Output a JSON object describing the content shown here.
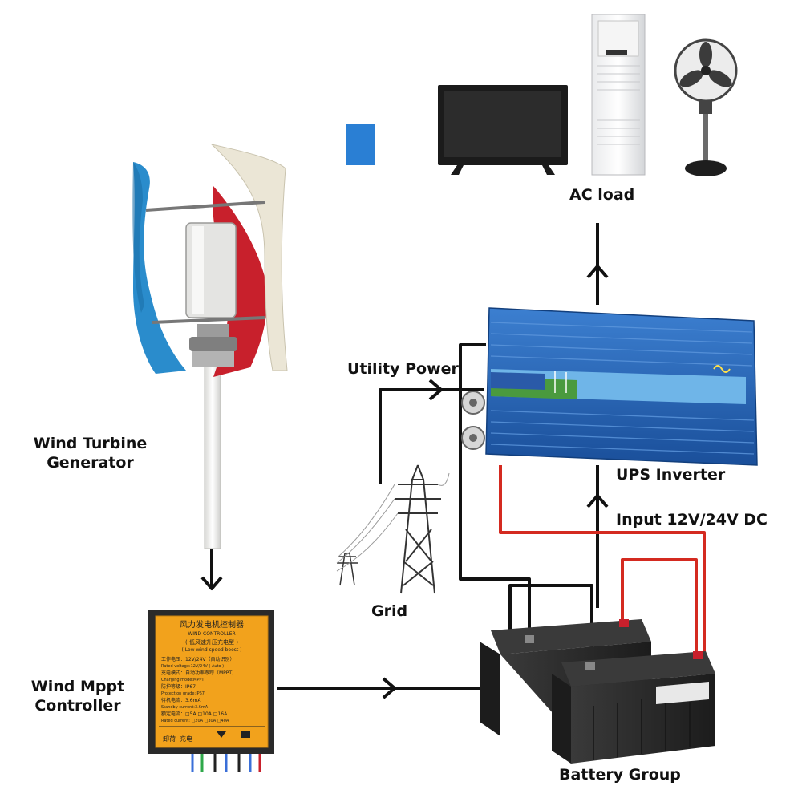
{
  "labels": {
    "ac_load": "AC load",
    "utility_power": "Utility Power",
    "wind_turbine": [
      "Wind Turbine",
      "Generator"
    ],
    "ups_inverter": "UPS Inverter",
    "input_dc": "Input 12V/24V DC",
    "grid": "Grid",
    "wind_mppt": [
      "Wind Mppt",
      "Controller"
    ],
    "battery_group": "Battery Group"
  },
  "controller_panel": {
    "title_cn": "风力发电机控制器",
    "title_en": "WIND CONTROLLER",
    "subtitle_cn": "( 低风速升压充电型 )",
    "subtitle_en": "( Low wind speed boost )",
    "specs": [
      "工作电压：12V/24V（自动识别）",
      "Rated voltage:12V/24V ( Auto )",
      "充电模式：自动功率跟踪（MPPT）",
      "Charging mode:MPPT",
      "防护等级：IP67",
      "Protection grade:IP67",
      "待机电流：3.6mA",
      "Standby current:3.6mA",
      "额定电流：□5A  □10A  □16A",
      "Rated current: □20A  □30A  □40A"
    ],
    "terminals": [
      "卸荷",
      "充电"
    ]
  },
  "colors": {
    "wire_black": "#111111",
    "wire_red": "#d42a20",
    "inverter_blue": "#1e5fb3",
    "controller_orange": "#f2a21c",
    "blade_blue": "#2a8ccc",
    "blade_red": "#c8202c",
    "blade_cream": "#ebe6d6",
    "battery_body": "#2b2b2b"
  },
  "icons": [
    "wind-turbine-icon",
    "tv-icon",
    "air-conditioner-icon",
    "fan-icon",
    "power-tower-icon",
    "inverter-icon",
    "controller-icon",
    "battery-icon",
    "blue-square-icon"
  ]
}
